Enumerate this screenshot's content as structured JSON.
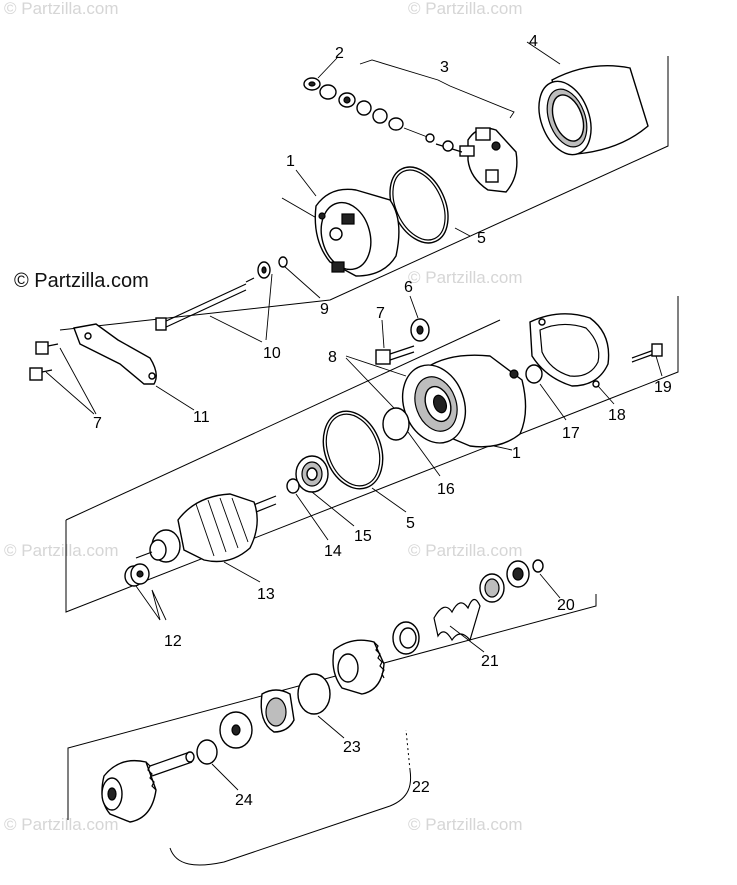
{
  "credit": "© Partzilla.com",
  "watermark": "© Partzilla.com",
  "callouts": [
    "1",
    "2",
    "3",
    "4",
    "5",
    "6",
    "7",
    "8",
    "9",
    "10",
    "11",
    "12",
    "13",
    "14",
    "15",
    "16",
    "17",
    "18",
    "19",
    "20",
    "21",
    "22",
    "23",
    "24"
  ],
  "colors": {
    "line": "#000000",
    "background": "#ffffff",
    "watermark": "#d6d6d6"
  }
}
